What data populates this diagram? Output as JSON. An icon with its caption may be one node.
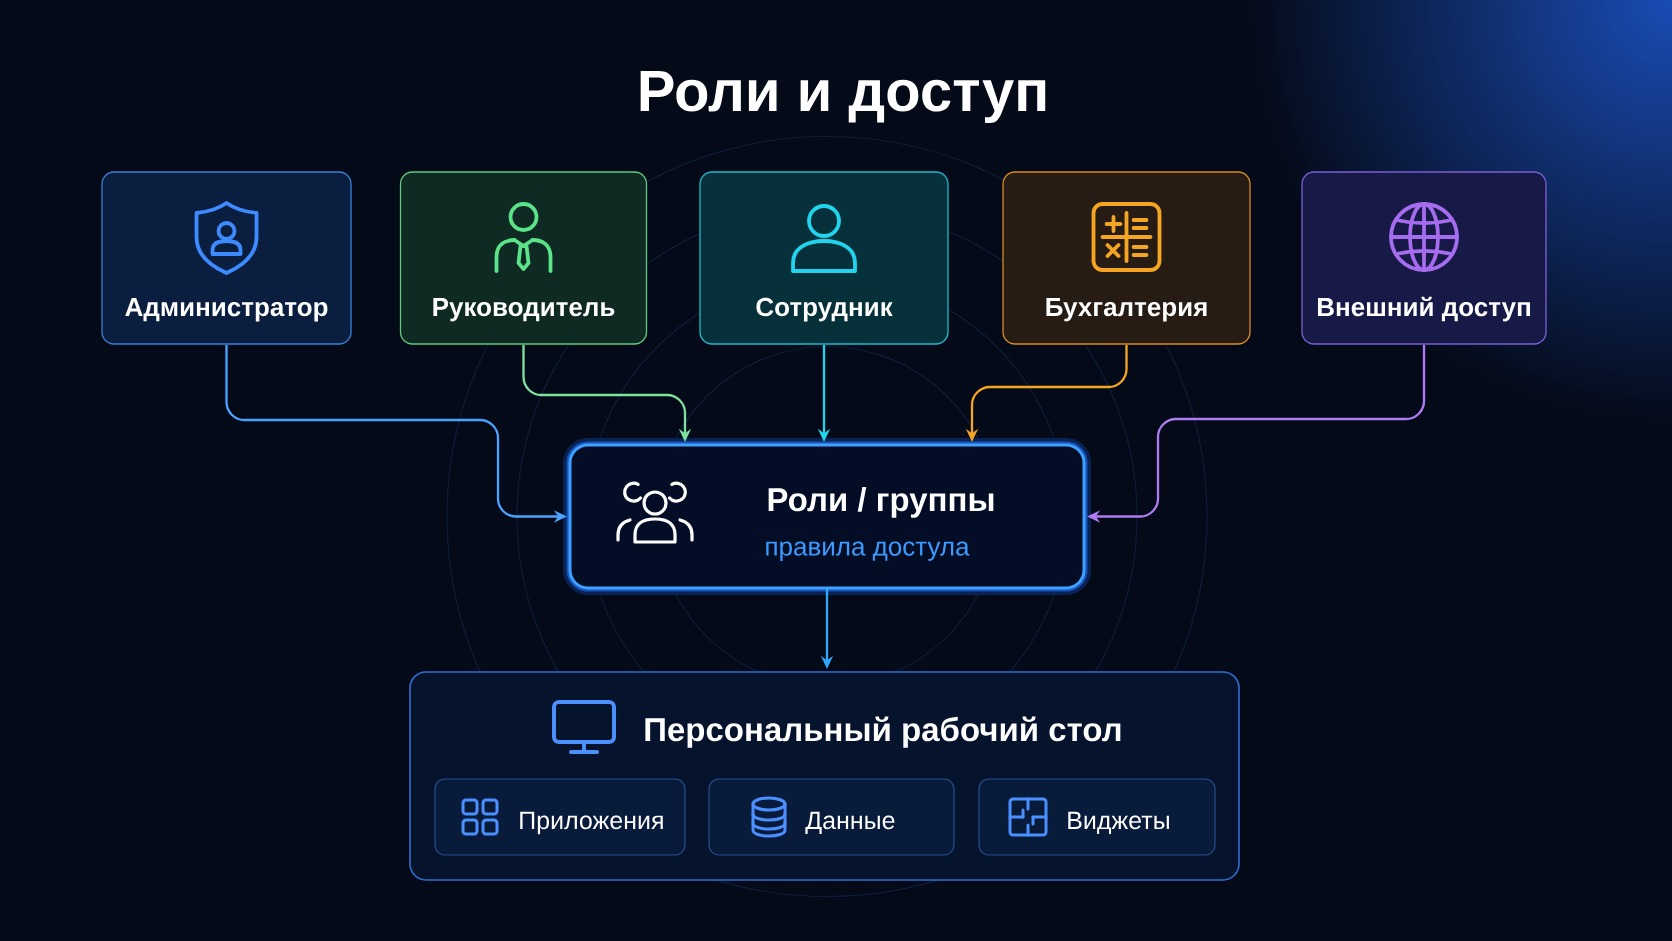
{
  "diagram": {
    "title": "Роли и доступ",
    "nodes": [
      {
        "text": [
          "Администратор"
        ]
      },
      {
        "text": [
          "Руководитель"
        ]
      },
      {
        "text": [
          "Сотрудник"
        ]
      },
      {
        "text": [
          "Бухгалтерия"
        ]
      },
      {
        "text": [
          "Внешний доступ"
        ]
      },
      {
        "text": [
          "Роли / группы",
          "правила достула"
        ]
      },
      {
        "text": [
          "Персональный рабочий стол"
        ]
      },
      {
        "text": [
          "Приложения"
        ],
        "in": 6
      },
      {
        "text": [
          "Данные"
        ],
        "in": 6
      },
      {
        "text": [
          "Виджеты"
        ],
        "in": 6
      }
    ],
    "edges": [
      {
        "from": 0,
        "to": 5,
        "arrow": "to",
        "color": "#4aa3ff"
      },
      {
        "from": 1,
        "to": 5,
        "arrow": "to",
        "color": "#7ee2a0"
      },
      {
        "from": 2,
        "to": 5,
        "arrow": "to",
        "color": "#22d3ee"
      },
      {
        "from": 3,
        "to": 5,
        "arrow": "to",
        "color": "#f5a524"
      },
      {
        "from": 4,
        "to": 5,
        "arrow": "to",
        "color": "#b07cf5"
      },
      {
        "from": 5,
        "to": 6,
        "arrow": "to",
        "color": "#2ea8ff"
      }
    ]
  }
}
